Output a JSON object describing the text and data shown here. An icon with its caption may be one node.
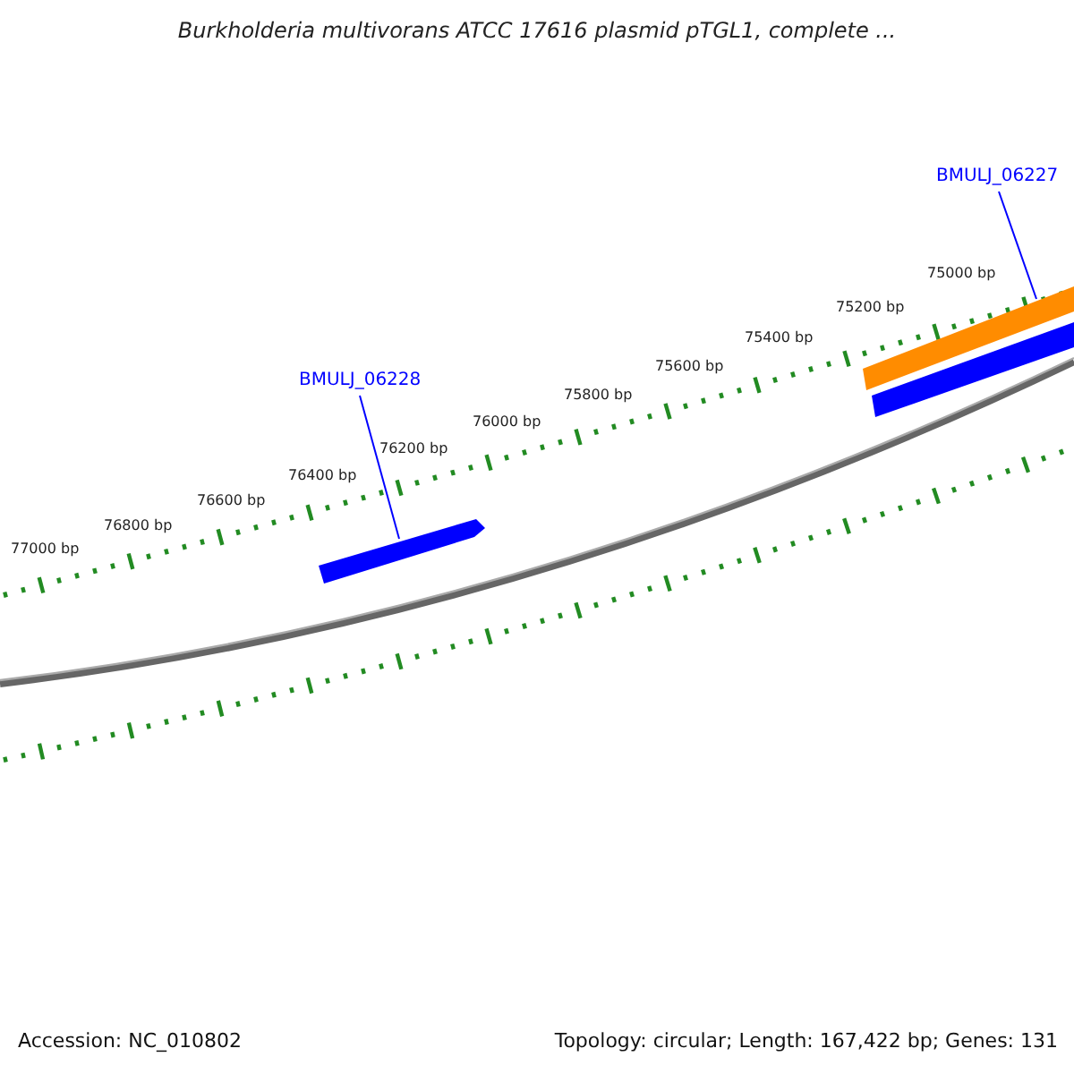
{
  "diagram": {
    "title": "Burkholderia multivorans ATCC 17616 plasmid pTGL1, complete ...",
    "nodes": [
      {
        "text": [
          "BMULJ_06228"
        ]
      },
      {
        "text": [],
        "shape": "bar"
      },
      {
        "text": [
          "BMULJ_06227"
        ]
      },
      {
        "text": [],
        "shape": "bar"
      },
      {
        "text": [],
        "shape": "bar"
      }
    ],
    "edges": [
      {
        "from": 0,
        "to": 1,
        "arrow": "none"
      },
      {
        "from": 2,
        "to": 3,
        "arrow": "none"
      }
    ],
    "labels": [
      "75000 bp",
      "75200 bp",
      "75400 bp",
      "75600 bp",
      "75800 bp",
      "76000 bp",
      "76200 bp",
      "76400 bp",
      "76600 bp",
      "76800 bp",
      "77000 bp",
      "Accession: NC_010802",
      "Topology: circular; Length: 167,422 bp; Genes: 131"
    ]
  }
}
